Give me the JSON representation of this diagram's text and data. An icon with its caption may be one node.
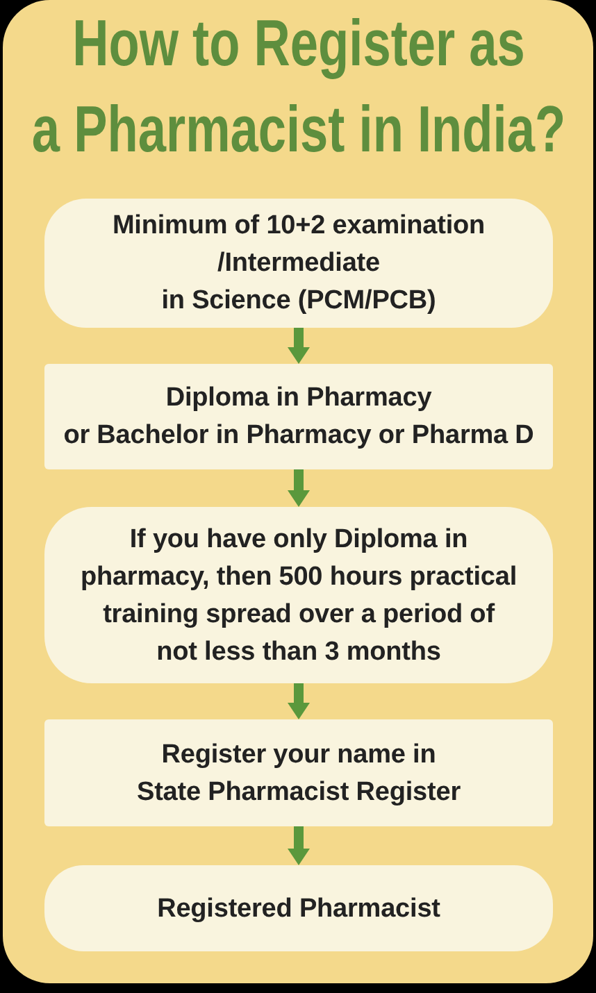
{
  "diagram": {
    "title": "How to Register as a Pharmacist in India?",
    "nodes": [
      {
        "text": [
          "Minimum of 10+2 examination /Intermediate in Science (PCM/PCB)"
        ]
      },
      {
        "text": [
          "Diploma in Pharmacy or Bachelor in Pharmacy or Pharma D"
        ]
      },
      {
        "text": [
          "If you have only Diploma in pharmacy, then 500 hours practical training spread over a period of not less than 3 months"
        ]
      },
      {
        "text": [
          "Register your name in State Pharmacist Register"
        ]
      },
      {
        "text": [
          "Registered Pharmacist"
        ]
      }
    ],
    "edges": [
      {
        "from": 0,
        "to": 1,
        "arrow": "to"
      },
      {
        "from": 1,
        "to": 2,
        "arrow": "to"
      },
      {
        "from": 2,
        "to": 3,
        "arrow": "to"
      },
      {
        "from": 3,
        "to": 4,
        "arrow": "to"
      }
    ]
  }
}
